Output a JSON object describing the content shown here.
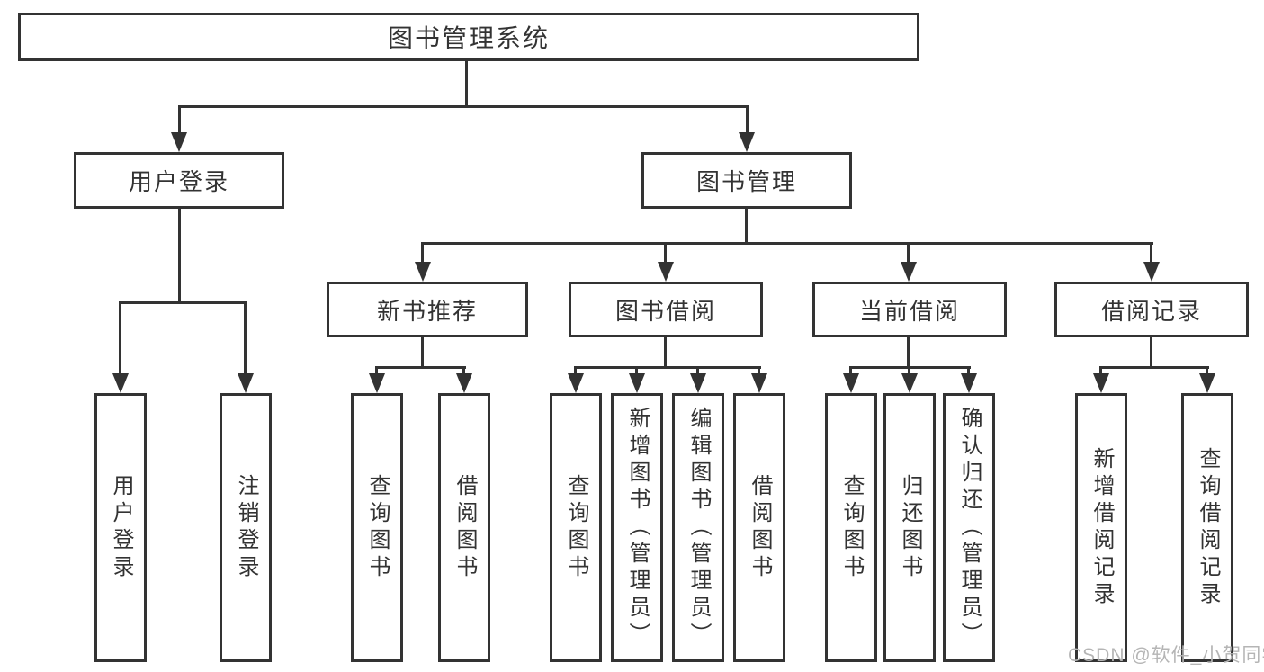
{
  "tree": {
    "root": "图书管理系统",
    "user_login": {
      "label": "用户登录",
      "leaves": {
        "login": "用户登录",
        "logout": "注销登录"
      }
    },
    "book_mgmt": {
      "label": "图书管理",
      "new_book_rec": {
        "label": "新书推荐",
        "leaves": {
          "query": "查询图书",
          "borrow": "借阅图书"
        }
      },
      "book_borrow": {
        "label": "图书借阅",
        "leaves": {
          "query": "查询图书",
          "add": "新增图书（管理员）",
          "edit": "编辑图书（管理员）",
          "borrow": "借阅图书"
        }
      },
      "current_borrow": {
        "label": "当前借阅",
        "leaves": {
          "query": "查询图书",
          "return": "归还图书",
          "confirm": "确认归还（管理员）"
        }
      },
      "borrow_records": {
        "label": "借阅记录",
        "leaves": {
          "add": "新增借阅记录",
          "query": "查询借阅记录"
        }
      }
    }
  },
  "watermark": "CSDN @软件_小贺同学",
  "colors": {
    "line": "#333333",
    "box_fill": "#ffffff",
    "text": "#333333",
    "watermark": "#b5b5b5",
    "background": "#ffffff"
  }
}
